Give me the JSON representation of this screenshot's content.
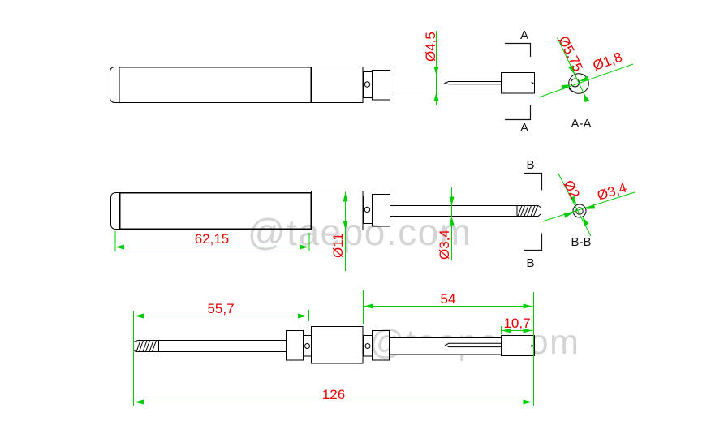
{
  "watermark": {
    "text": "@taepo.com"
  },
  "colors": {
    "outline": "#000000",
    "dimension": "#00cc00",
    "dimension_text": "#e60000",
    "section_label": "#141414",
    "watermark": "#d4d4d4",
    "background": "#ffffff"
  },
  "views": {
    "top": {
      "dims": {
        "shaft_diameter": "Ø4,5"
      },
      "section_markers": {
        "top": "A",
        "bottom": "A"
      }
    },
    "section_aa": {
      "title": "A-A",
      "dims": {
        "outer_diameter": "Ø5,75",
        "inner_diameter": "Ø1,8"
      }
    },
    "middle": {
      "dims": {
        "handle_length": "62,15",
        "grip_diameter": "Ø11",
        "shaft_diameter": "Ø3,4"
      },
      "section_markers": {
        "top": "B",
        "bottom": "B"
      }
    },
    "section_bb": {
      "title": "B-B",
      "dims": {
        "inner_diameter": "Ø2",
        "outer_diameter": "Ø3,4"
      }
    },
    "bottom": {
      "dims": {
        "front_section_length": "55,7",
        "working_section_length": "54",
        "tip_length": "10,7",
        "total_length": "126"
      }
    }
  }
}
